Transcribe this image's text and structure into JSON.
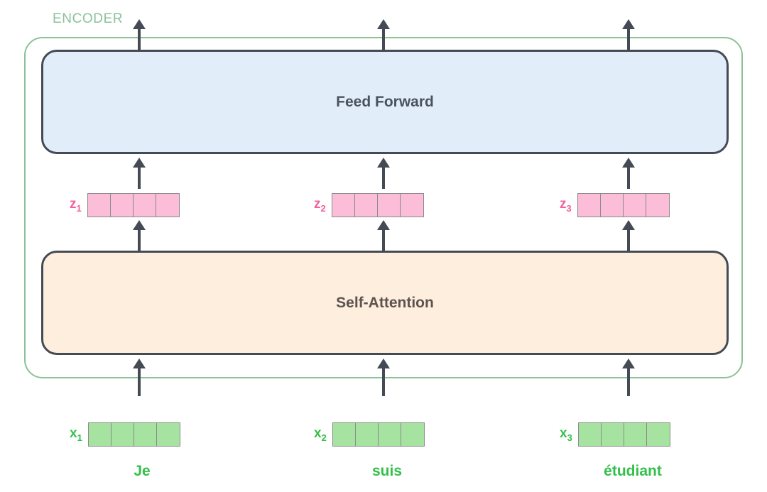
{
  "diagram": {
    "encoder": {
      "label": "ENCODER",
      "border_color": "#8cc19a"
    },
    "layers": [
      {
        "id": "feed-forward",
        "title": "Feed Forward",
        "fill": "#e2edfa",
        "border": "#454b54"
      },
      {
        "id": "self-attention",
        "title": "Self-Attention",
        "fill": "#fdeedd",
        "border": "#454b54"
      }
    ],
    "z_vectors": [
      {
        "label": "z",
        "index": "1",
        "cells": 4,
        "color": "#fbbdd7",
        "label_color": "#f4609a"
      },
      {
        "label": "z",
        "index": "2",
        "cells": 4,
        "color": "#fbbdd7",
        "label_color": "#f4609a"
      },
      {
        "label": "z",
        "index": "3",
        "cells": 4,
        "color": "#fbbdd7",
        "label_color": "#f4609a"
      }
    ],
    "x_vectors": [
      {
        "label": "x",
        "index": "1",
        "cells": 4,
        "color": "#a6e3a1",
        "label_color": "#33c04a"
      },
      {
        "label": "x",
        "index": "2",
        "cells": 4,
        "color": "#a6e3a1",
        "label_color": "#33c04a"
      },
      {
        "label": "x",
        "index": "3",
        "cells": 4,
        "color": "#a6e3a1",
        "label_color": "#33c04a"
      }
    ],
    "words": [
      "Je",
      "suis",
      "étudiant"
    ],
    "arrow_color": "#454b54",
    "arrows": {
      "output": "arrow-up-icon",
      "ff_input": "arrow-up-icon",
      "sa_output": "arrow-up-icon",
      "sa_input": "arrow-up-icon"
    }
  }
}
